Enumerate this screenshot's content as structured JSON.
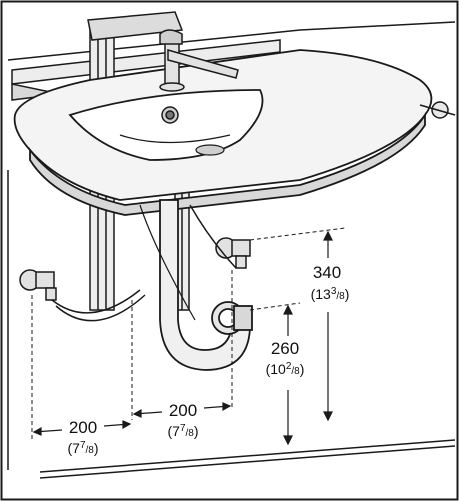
{
  "dimensions": {
    "left_spacing": {
      "mm": "200",
      "inch_whole": "7",
      "inch_num": "7",
      "inch_den": "8"
    },
    "right_spacing": {
      "mm": "200",
      "inch_whole": "7",
      "inch_num": "7",
      "inch_den": "8"
    },
    "drain_height": {
      "mm": "260",
      "inch_whole": "10",
      "inch_num": "2",
      "inch_den": "8"
    },
    "supply_height": {
      "mm": "340",
      "inch_whole": "13",
      "inch_num": "3",
      "inch_den": "8"
    }
  },
  "colors": {
    "line": "#1a1a1a",
    "fill_light": "#f4f4f4",
    "fill_shade": "#d8d8d8",
    "background": "#ffffff"
  }
}
